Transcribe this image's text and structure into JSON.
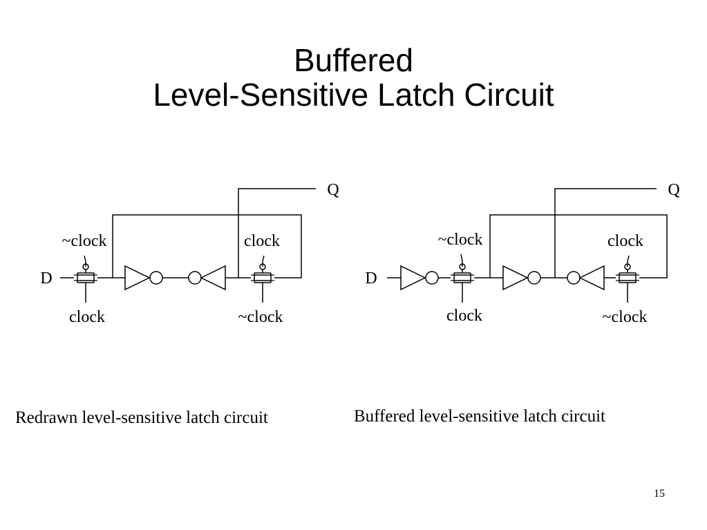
{
  "slide": {
    "title_line1": "Buffered",
    "title_line2": "Level-Sensitive Latch Circuit",
    "page_number": "15"
  },
  "left_circuit": {
    "input_label": "D",
    "output_label": "Q",
    "tg1_top_label": "~clock",
    "tg1_bottom_label": "clock",
    "tg2_top_label": "clock",
    "tg2_bottom_label": "~clock",
    "caption": "Redrawn level-sensitive latch circuit"
  },
  "right_circuit": {
    "input_label": "D",
    "output_label": "Q",
    "tg1_top_label": "~clock",
    "tg1_bottom_label": "clock",
    "tg2_top_label": "clock",
    "tg2_bottom_label": "~clock",
    "caption": "Buffered level-sensitive latch circuit"
  }
}
